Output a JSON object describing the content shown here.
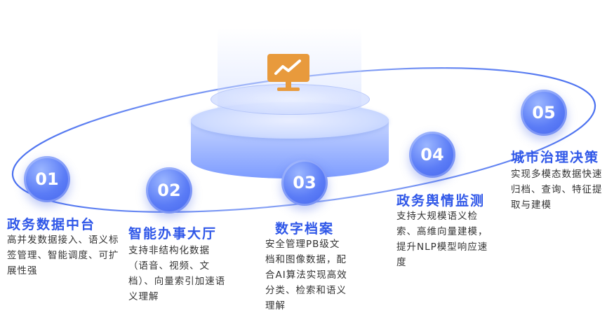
{
  "center_icon": "monitor-trend-icon",
  "colors": {
    "accent": "#2f57e8",
    "node": "#5b7cf6",
    "icon": "#e89a3c",
    "text": "#333333"
  },
  "items": [
    {
      "number": "01",
      "title": "政务数据中台",
      "description": "高并发数据接入、语义标签管理、智能调度、可扩展性强"
    },
    {
      "number": "02",
      "title": "智能办事大厅",
      "description": "支持非结构化数据（语音、视频、文档）、向量索引加速语义理解"
    },
    {
      "number": "03",
      "title": "数字档案",
      "description": "安全管理PB级文档和图像数据，配合AI算法实现高效分类、检索和语义理解"
    },
    {
      "number": "04",
      "title": "政务舆情监测",
      "description": "支持大规模语义检索、高维向量建模，提升NLP模型响应速度"
    },
    {
      "number": "05",
      "title": "城市治理决策",
      "description": "实现多模态数据快速归档、查询、特征提取与建模"
    }
  ]
}
